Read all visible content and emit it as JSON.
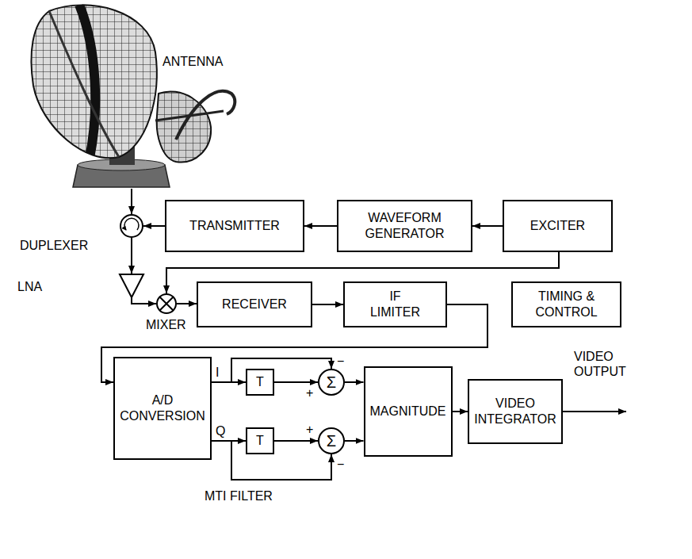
{
  "diagram": {
    "nodes": [
      {
        "text": [
          "ANTENNA"
        ]
      },
      {
        "text": [
          "DUPLEXER"
        ]
      },
      {
        "text": [
          "TRANSMITTER"
        ]
      },
      {
        "text": [
          "WAVEFORM GENERATOR"
        ]
      },
      {
        "text": [
          "EXCITER"
        ]
      },
      {
        "text": [
          "LNA"
        ]
      },
      {
        "text": [
          "MIXER"
        ]
      },
      {
        "text": [
          "RECEIVER"
        ]
      },
      {
        "text": [
          "IF LIMITER"
        ]
      },
      {
        "text": [
          "TIMING & CONTROL"
        ]
      },
      {
        "text": [
          "A/D CONVERSION"
        ]
      },
      {
        "text": [
          "T"
        ]
      },
      {
        "text": [
          "Σ"
        ]
      },
      {
        "text": [
          "T"
        ]
      },
      {
        "text": [
          "Σ"
        ]
      },
      {
        "text": [
          "MAGNITUDE"
        ]
      },
      {
        "text": [
          "VIDEO INTEGRATOR"
        ]
      }
    ],
    "edges": [
      {
        "from": 0,
        "to": 1,
        "arrow": "to"
      },
      {
        "from": 4,
        "to": 3,
        "arrow": "to"
      },
      {
        "from": 3,
        "to": 2,
        "arrow": "to"
      },
      {
        "from": 2,
        "to": 1,
        "arrow": "to"
      },
      {
        "from": 1,
        "to": 5,
        "arrow": "to"
      },
      {
        "from": 5,
        "to": 6,
        "arrow": "to"
      },
      {
        "from": 4,
        "to": 6,
        "arrow": "to"
      },
      {
        "from": 6,
        "to": 7,
        "arrow": "to"
      },
      {
        "from": 7,
        "to": 8,
        "arrow": "to"
      },
      {
        "from": 8,
        "to": 10,
        "arrow": "to"
      },
      {
        "from": 10,
        "to": 11,
        "arrow": "to"
      },
      {
        "from": 10,
        "to": 12,
        "arrow": "to"
      },
      {
        "from": 11,
        "to": 12,
        "arrow": "to"
      },
      {
        "from": 10,
        "to": 13,
        "arrow": "to"
      },
      {
        "from": 10,
        "to": 14,
        "arrow": "to"
      },
      {
        "from": 13,
        "to": 14,
        "arrow": "to"
      },
      {
        "from": 12,
        "to": 15,
        "arrow": "to"
      },
      {
        "from": 14,
        "to": 15,
        "arrow": "to"
      },
      {
        "from": 15,
        "to": 16,
        "arrow": "to"
      }
    ],
    "labels": [
      "I",
      "Q",
      "−",
      "+",
      "+",
      "−",
      "MTI FILTER",
      "VIDEO OUTPUT"
    ]
  }
}
